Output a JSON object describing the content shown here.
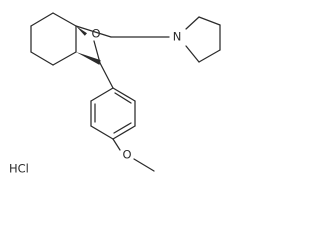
{
  "molecule": {
    "atoms": {
      "hydroxyl_oxygen": "O",
      "piperidine_nitrogen": "N",
      "methoxy_oxygen": "O"
    },
    "salt": "HCl"
  }
}
